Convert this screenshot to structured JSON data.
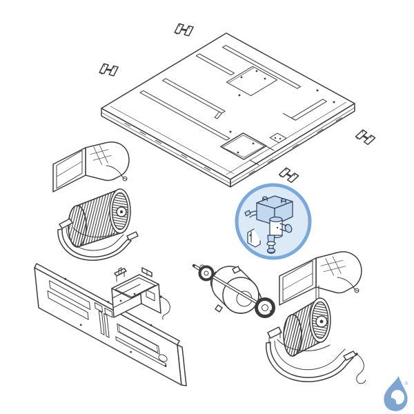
{
  "page": {
    "background": "#ffffff",
    "kind": "exploded-view-parts-diagram"
  },
  "colors": {
    "line": "#3c3c3c",
    "highlight_ring": "#7aa9d9",
    "highlight_fill": "#dce9f6",
    "highlight_part_fill": "#c3d8ee",
    "highlight_part_line": "#2d4160",
    "logo_blue": "#7fa6d1"
  },
  "parts": [
    "ceiling-panel",
    "mounting-clip-top",
    "mounting-clip-left",
    "mounting-clip-right",
    "mounting-clip-bottom",
    "blower-housing-upper-left",
    "blower-wheel-left",
    "blower-scroll-lower-left",
    "drain-valve-assembly",
    "fan-motor",
    "electrical-control-box",
    "rear-mounting-panel",
    "blower-housing-upper-right",
    "blower-wheel-right",
    "blower-scroll-lower-right",
    "sensor-wire",
    "brand-logo"
  ],
  "highlight": {
    "shape": "circle",
    "part": "drain-valve-assembly"
  },
  "logo": {
    "registered_mark": "®"
  }
}
